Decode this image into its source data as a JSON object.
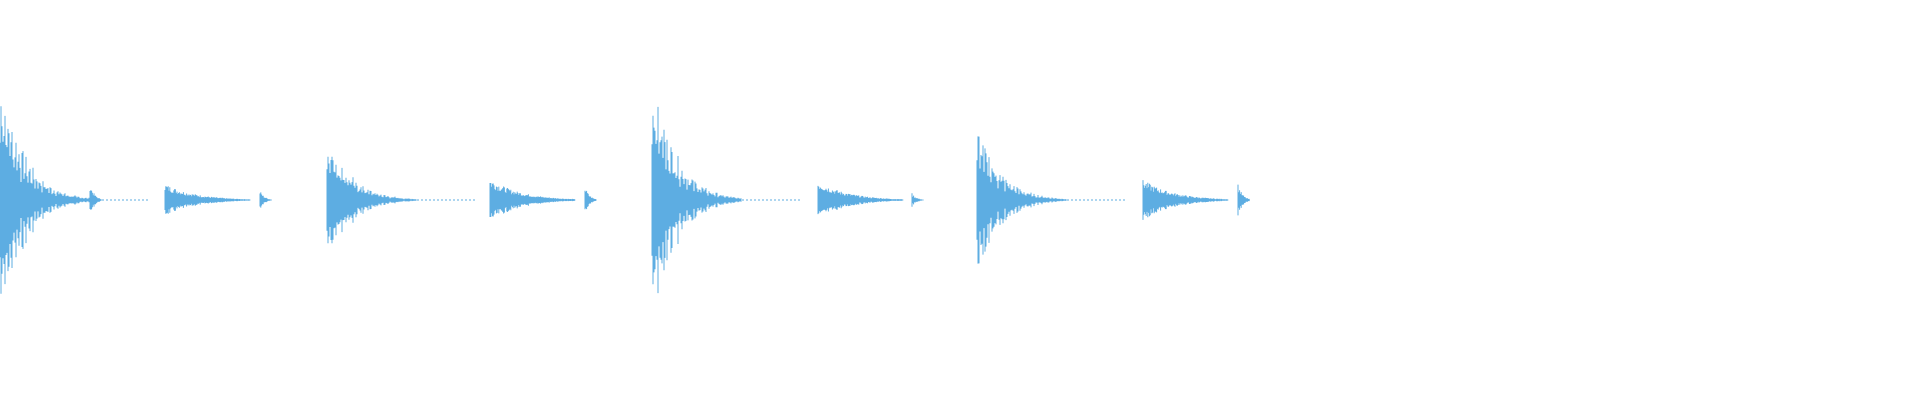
{
  "waveform": {
    "color": "#5dade2",
    "background": "#ffffff",
    "events": [
      {
        "time_s": 0.0,
        "kind": "kick",
        "level": 1.0
      },
      {
        "time_s": 0.09,
        "kind": "click",
        "level": 0.12
      },
      {
        "time_s": 0.165,
        "kind": "snare",
        "level": 0.12
      },
      {
        "time_s": 0.26,
        "kind": "click",
        "level": 0.07
      },
      {
        "time_s": 0.327,
        "kind": "kick",
        "level": 0.53
      },
      {
        "time_s": 0.49,
        "kind": "snare",
        "level": 0.16
      },
      {
        "time_s": 0.585,
        "kind": "click",
        "level": 0.1
      },
      {
        "time_s": 0.652,
        "kind": "kick",
        "level": 1.0
      },
      {
        "time_s": 0.818,
        "kind": "snare",
        "level": 0.14
      },
      {
        "time_s": 0.912,
        "kind": "click",
        "level": 0.05
      },
      {
        "time_s": 0.977,
        "kind": "kick",
        "level": 0.6
      },
      {
        "time_s": 1.143,
        "kind": "snare",
        "level": 0.15
      },
      {
        "time_s": 1.238,
        "kind": "click",
        "level": 0.12
      }
    ],
    "duration_s": 1.92
  }
}
